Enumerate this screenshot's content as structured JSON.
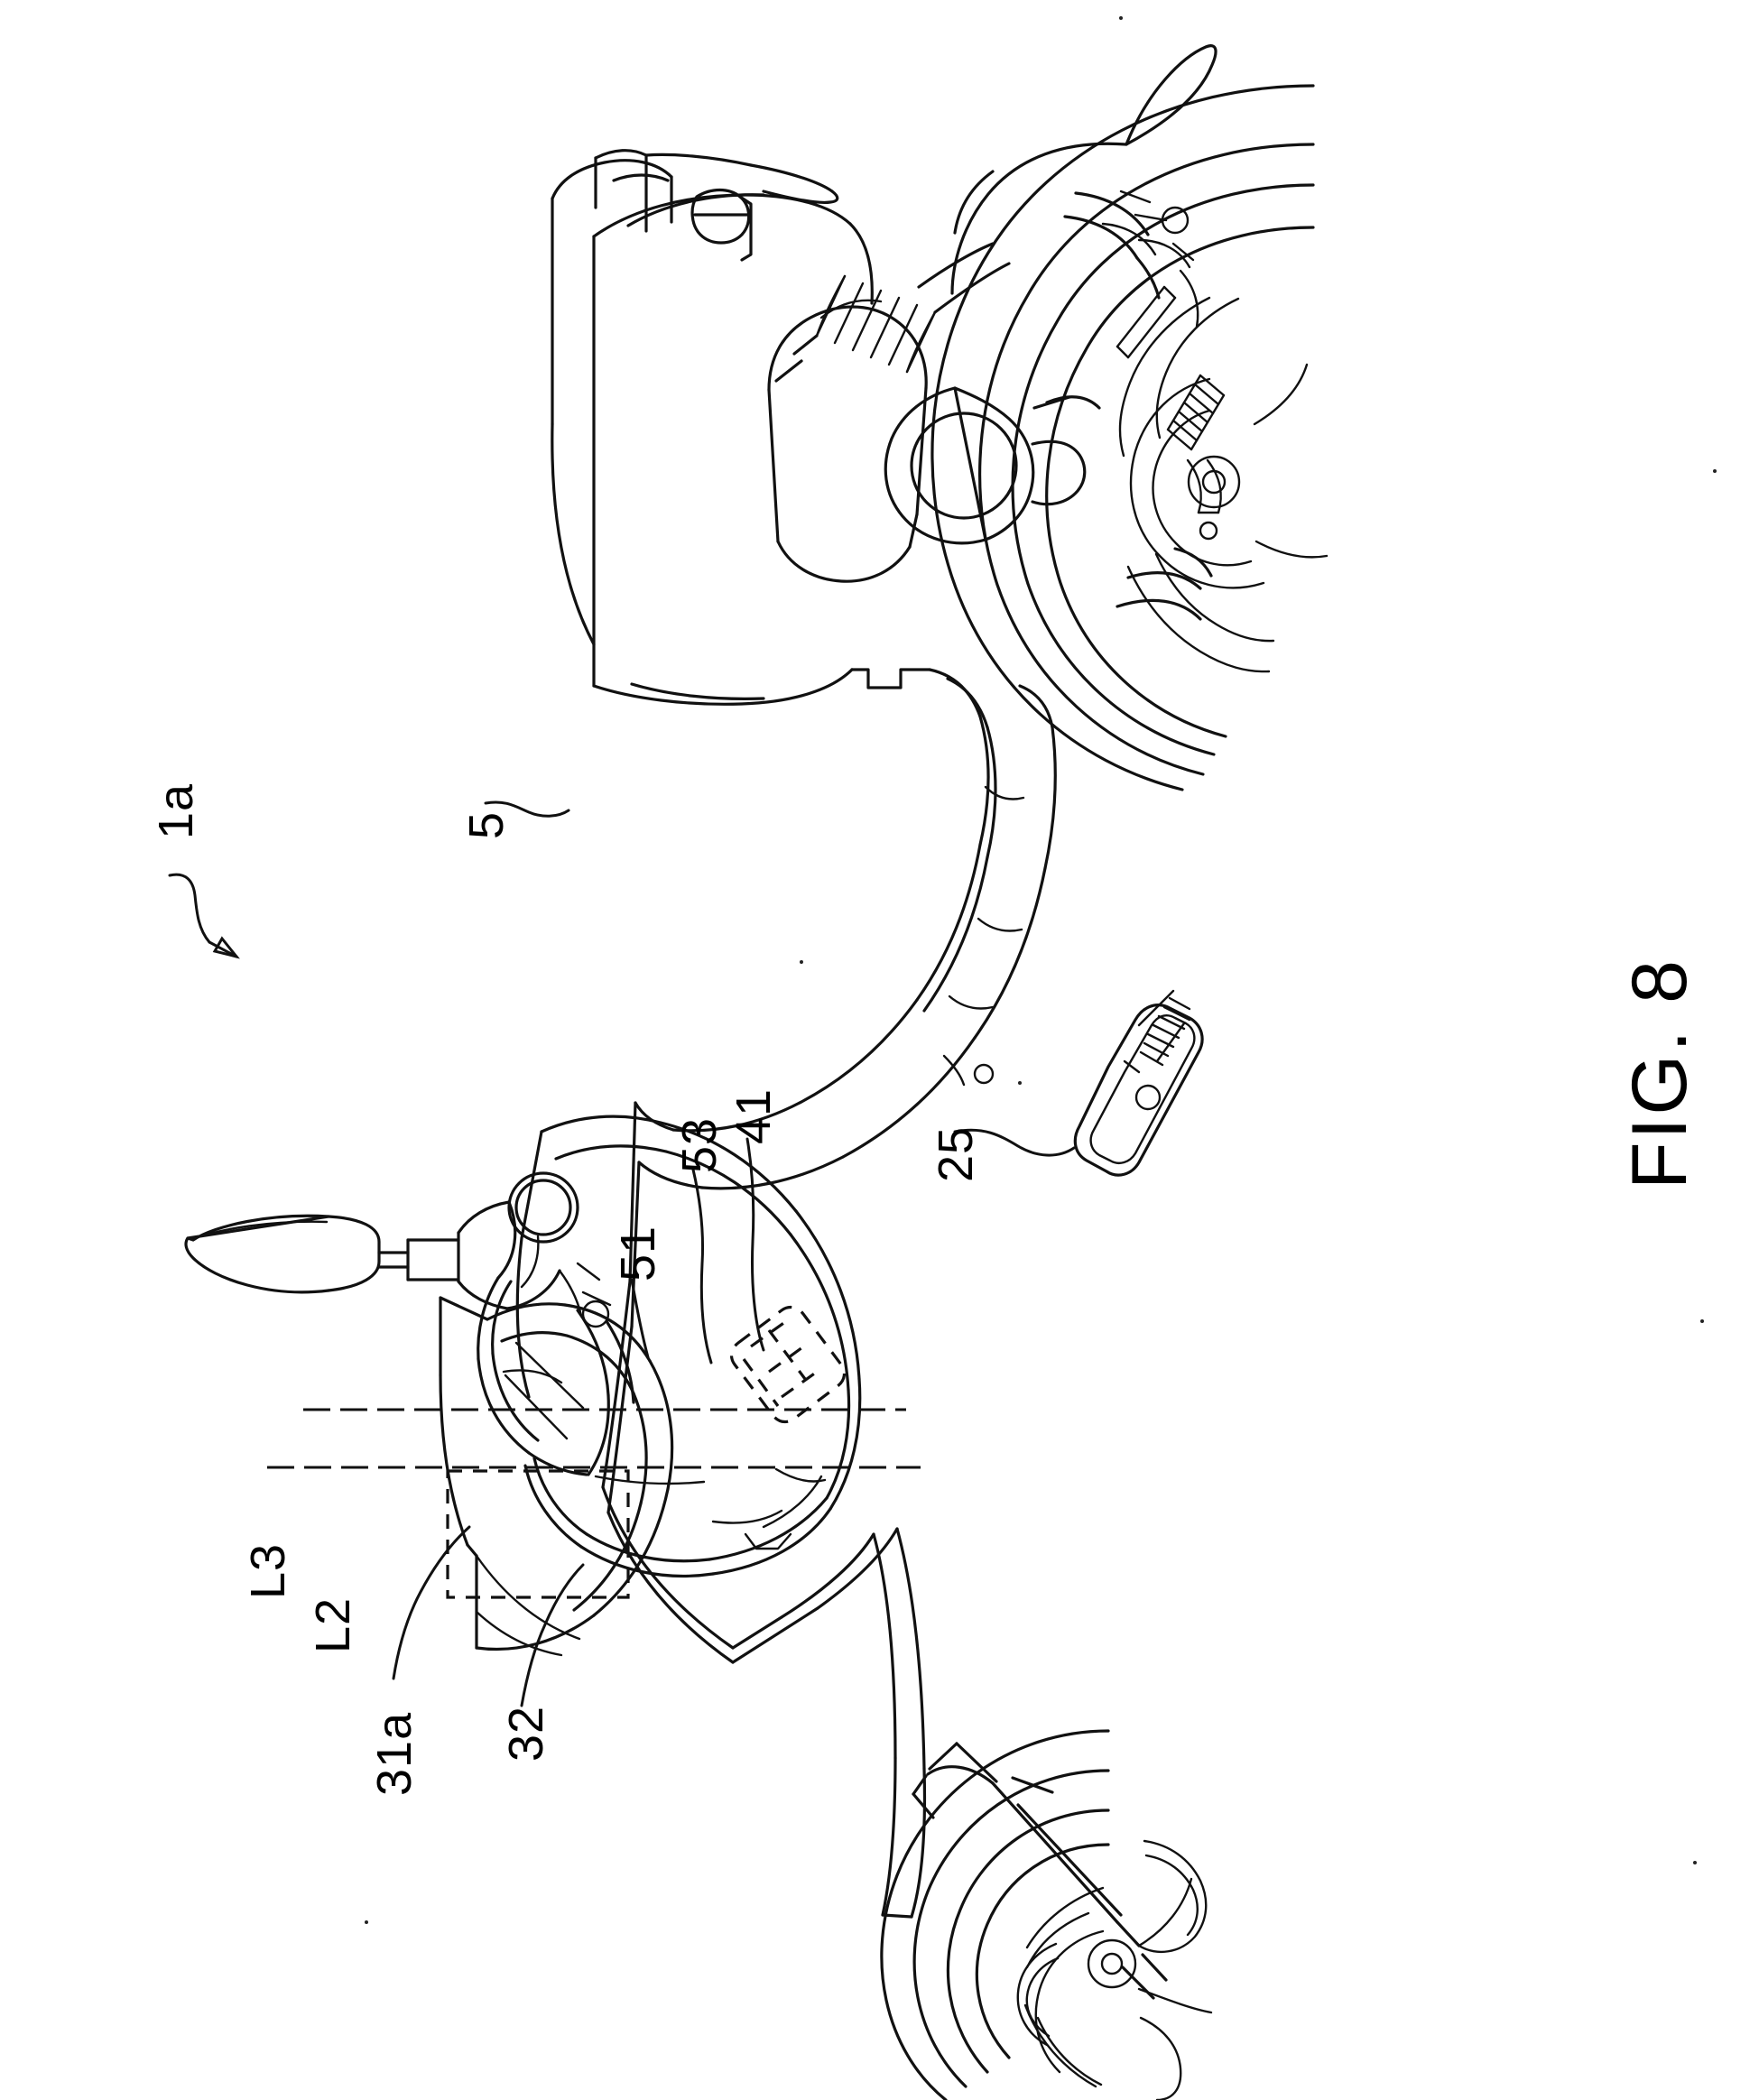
{
  "figure": {
    "caption": "FIG. 8",
    "type": "patent-line-drawing",
    "subject": "motorcycle / scooter side elevation view",
    "orientation": "drawing rotated 90 degrees counter-clockwise on the sheet",
    "background_color": "#ffffff",
    "line_color": "#111111"
  },
  "callouts": [
    {
      "id": "assembly",
      "label": "1a",
      "kind": "assembly-arrow"
    },
    {
      "id": "seat",
      "label": "5",
      "kind": "leader"
    },
    {
      "id": "body-cover",
      "label": "25",
      "kind": "leader"
    },
    {
      "id": "meter-unit",
      "label": "31a",
      "kind": "leader"
    },
    {
      "id": "cowl-part",
      "label": "32",
      "kind": "leader"
    },
    {
      "id": "bracket",
      "label": "41",
      "kind": "leader"
    },
    {
      "id": "upper-member",
      "label": "51",
      "kind": "leader"
    },
    {
      "id": "lower-member",
      "label": "53",
      "kind": "leader"
    }
  ],
  "reference_lines": [
    {
      "id": "line-l3",
      "label": "L3",
      "style": "dash-dot-horizontal"
    },
    {
      "id": "line-l2",
      "label": "L2",
      "style": "dash-dot-horizontal"
    }
  ]
}
